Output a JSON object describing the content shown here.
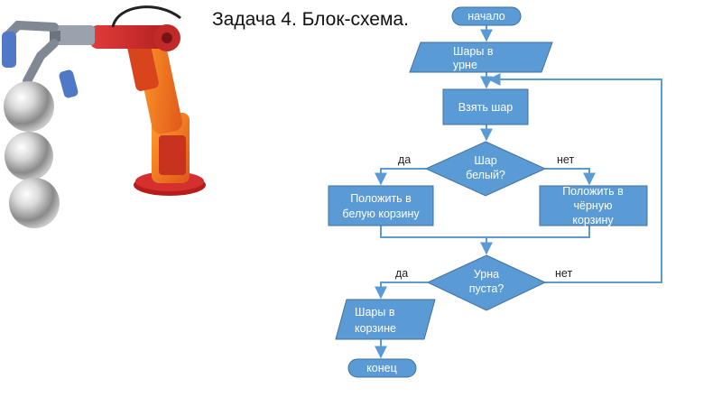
{
  "title": "Задача 4. Блок-схема.",
  "colors": {
    "block_fill": "#5B9BD5",
    "block_stroke": "#41719C",
    "connector": "#5B9BD5"
  },
  "flowchart": {
    "start": "начало",
    "input": [
      "Шары в",
      "урне"
    ],
    "take": "Взять шар",
    "decision1": [
      "Шар",
      "белый?"
    ],
    "yes1": "да",
    "no1": "нет",
    "white": [
      "Положить в",
      "белую корзину"
    ],
    "black": [
      "Положить в",
      "чёрную",
      "корзину"
    ],
    "decision2": [
      "Урна",
      "пуста?"
    ],
    "yes2": "да",
    "no2": "нет",
    "output": [
      "Шары в",
      "корзине"
    ],
    "end": "конец"
  },
  "illustration": {
    "subject": "robot-arm-with-balls"
  }
}
